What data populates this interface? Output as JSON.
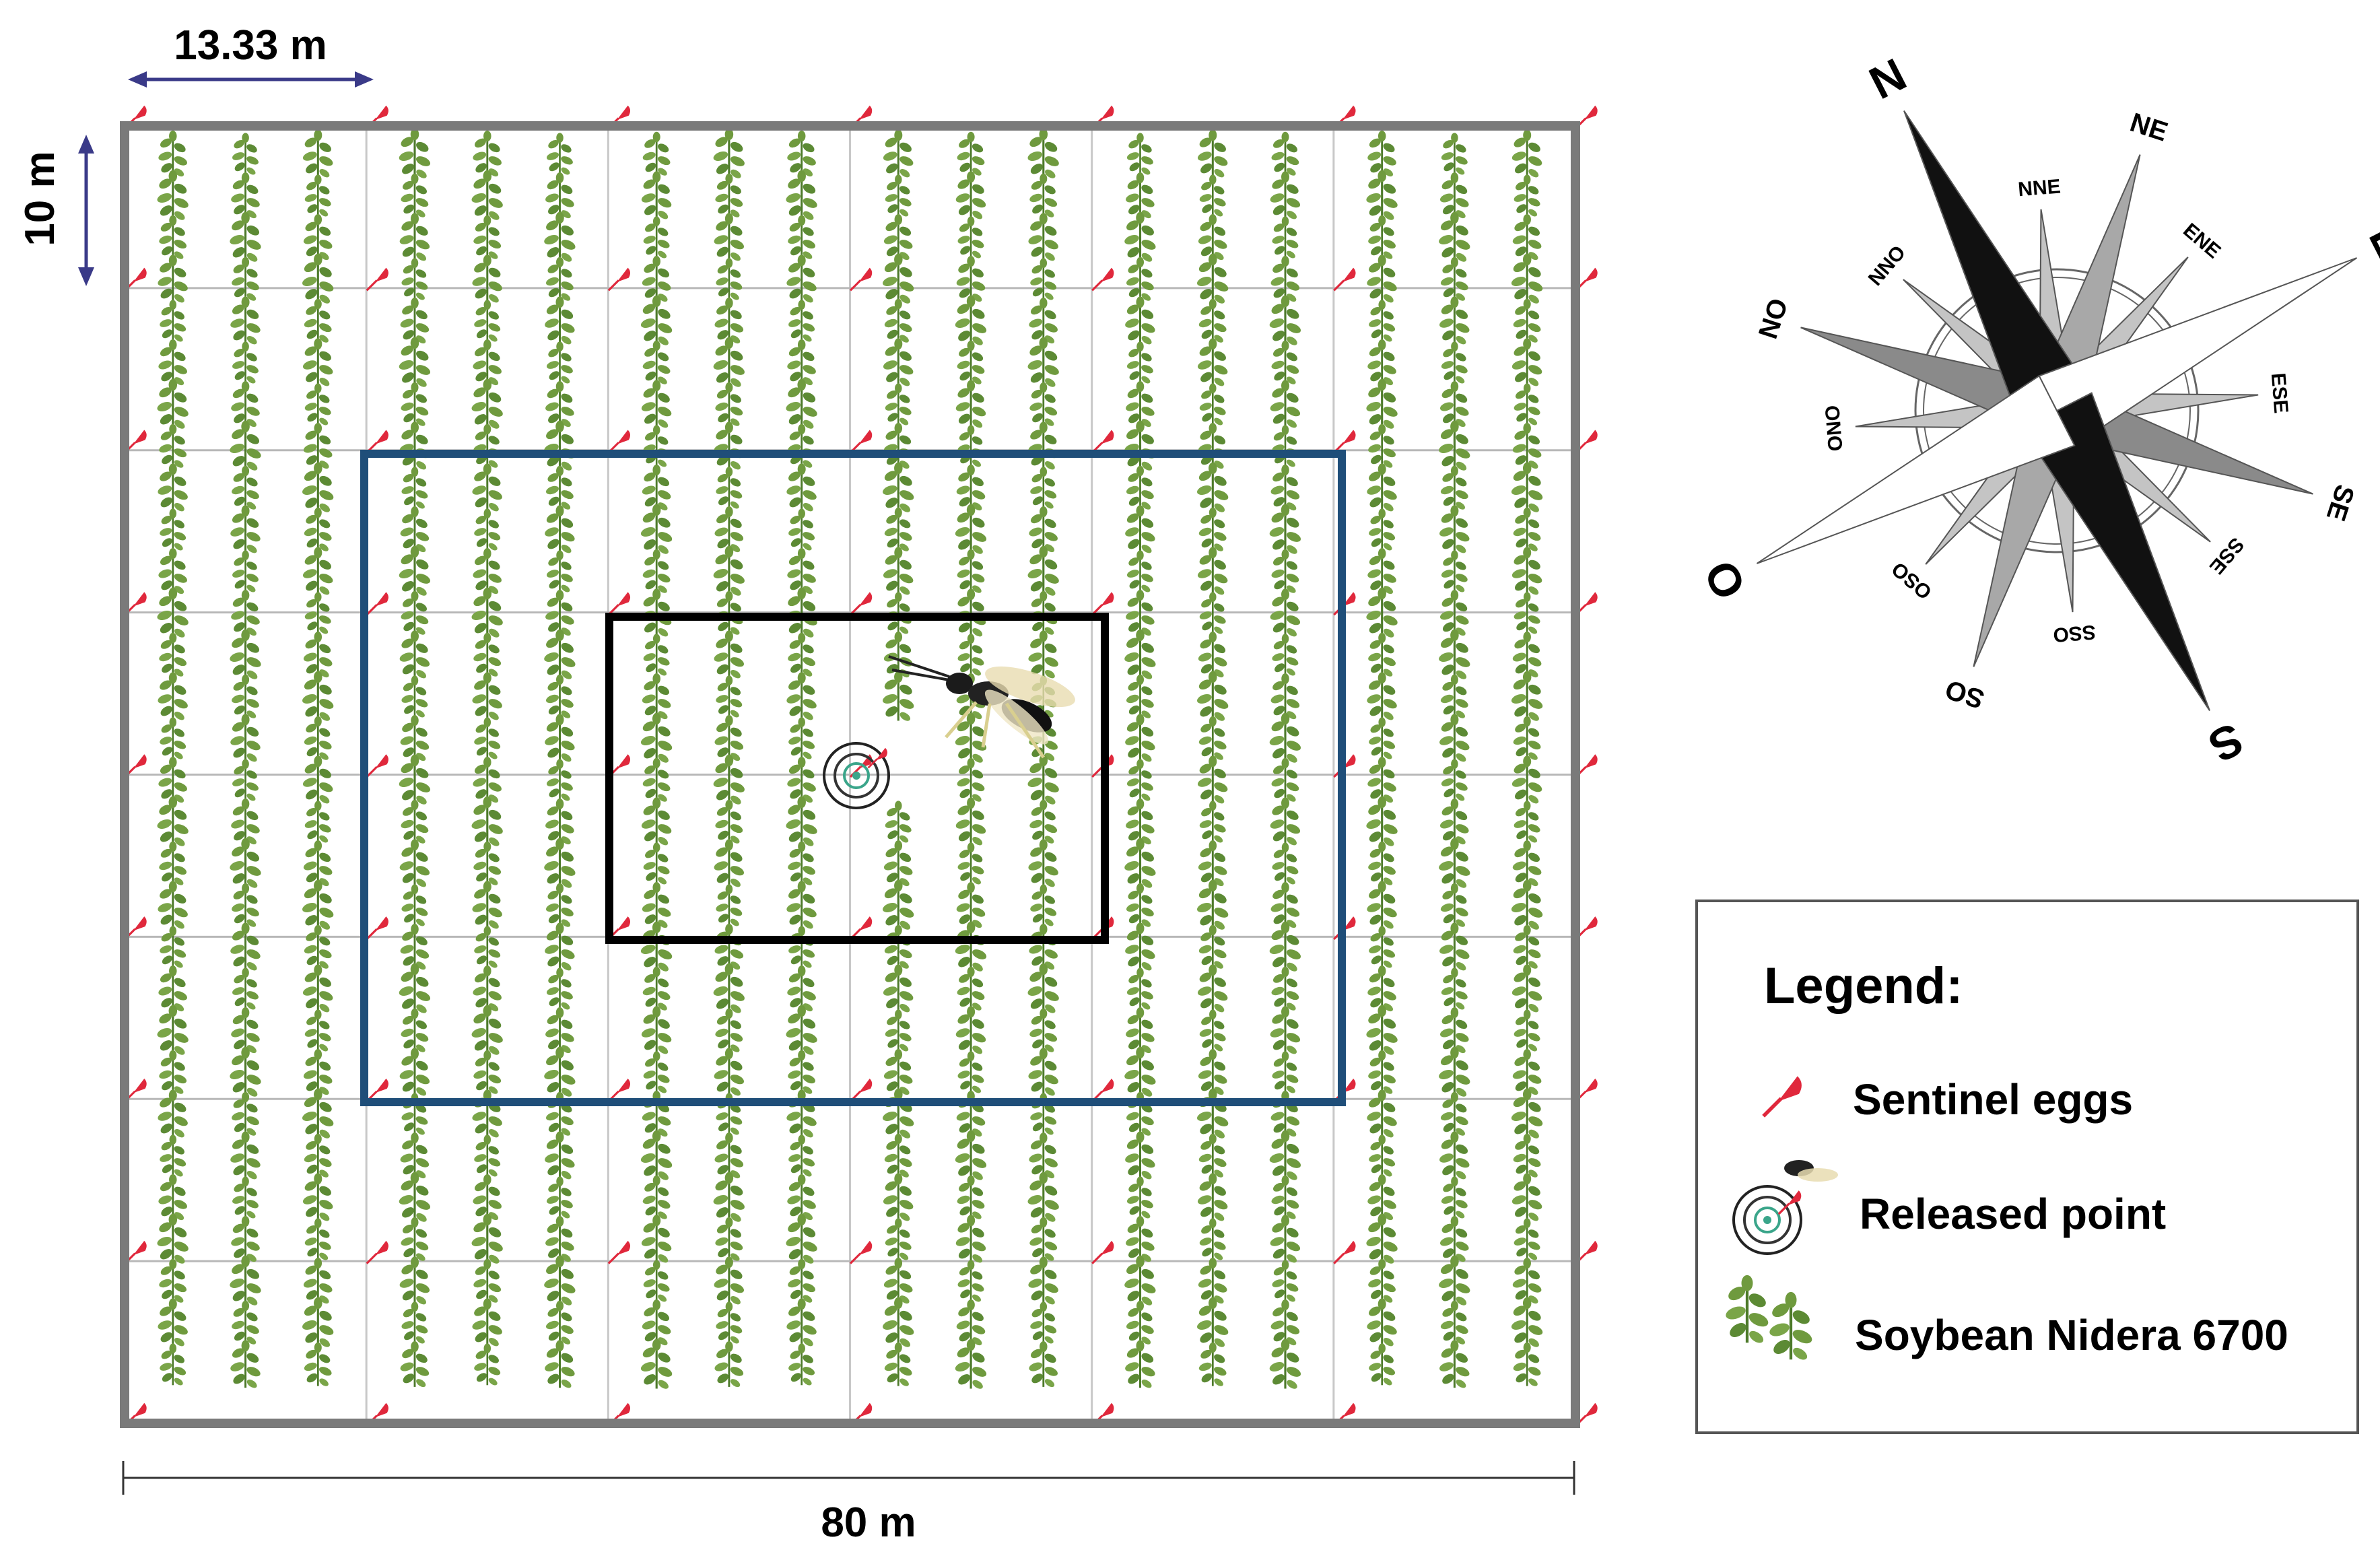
{
  "dimensions": {
    "cell_width": "13.33 m",
    "cell_height": "10 m",
    "field_width": "80 m"
  },
  "field": {
    "columns": 6,
    "rows": 8,
    "plant_color": "#6f9a3e",
    "egg_color": "#e0283c",
    "outer_border_color": "#7a7a7a",
    "middle_zone_color": "#1f4e79",
    "inner_zone_color": "#000000"
  },
  "compass": {
    "cardinals": [
      "N",
      "E",
      "S",
      "O"
    ],
    "intercardinals": [
      "NE",
      "SE",
      "SO",
      "NO"
    ],
    "minor": [
      "NNE",
      "ENE",
      "ESE",
      "SSE",
      "SSO",
      "OSO",
      "ONO",
      "NNO"
    ]
  },
  "legend": {
    "title": "Legend:",
    "items": [
      {
        "label": "Sentinel eggs",
        "icon": "sentinel-egg-icon"
      },
      {
        "label": "Released point",
        "icon": "release-target-icon"
      },
      {
        "label": "Soybean Nidera 6700",
        "icon": "soybean-plant-icon"
      }
    ]
  }
}
